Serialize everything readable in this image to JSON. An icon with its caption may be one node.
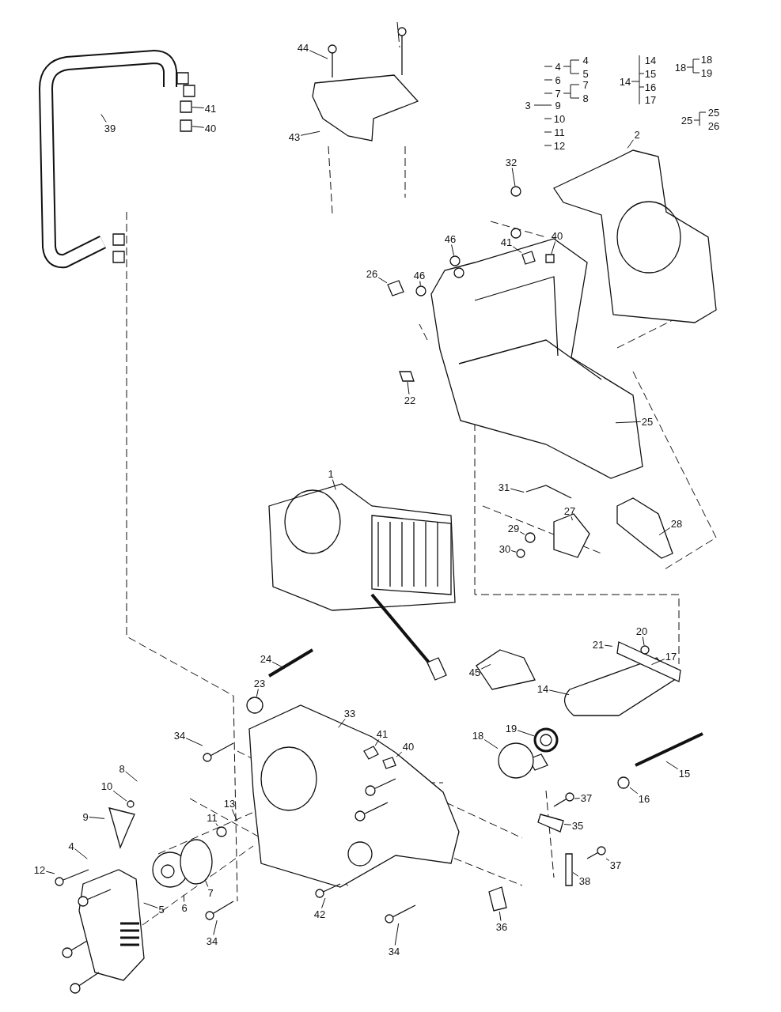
{
  "diagram": {
    "nodes": [
      {
        "text": [
          "44"
        ]
      },
      {
        "text": [
          "43"
        ]
      },
      {
        "text": [
          "39"
        ]
      },
      {
        "text": [
          "41"
        ]
      },
      {
        "text": [
          "40"
        ]
      },
      {
        "text": [
          "2"
        ]
      },
      {
        "text": [
          "32"
        ]
      },
      {
        "text": [
          "46"
        ]
      },
      {
        "text": [
          "41"
        ]
      },
      {
        "text": [
          "40"
        ]
      },
      {
        "text": [
          "26"
        ]
      },
      {
        "text": [
          "46"
        ]
      },
      {
        "text": [
          "22"
        ]
      },
      {
        "text": [
          "25"
        ]
      },
      {
        "text": [
          "1"
        ]
      },
      {
        "text": [
          "31"
        ]
      },
      {
        "text": [
          "27"
        ]
      },
      {
        "text": [
          "29"
        ]
      },
      {
        "text": [
          "30"
        ]
      },
      {
        "text": [
          "28"
        ]
      },
      {
        "text": [
          "24"
        ]
      },
      {
        "text": [
          "20"
        ]
      },
      {
        "text": [
          "21"
        ]
      },
      {
        "text": [
          "17"
        ]
      },
      {
        "text": [
          "45"
        ]
      },
      {
        "text": [
          "23"
        ]
      },
      {
        "text": [
          "14"
        ]
      },
      {
        "text": [
          "33"
        ]
      },
      {
        "text": [
          "34"
        ]
      },
      {
        "text": [
          "41"
        ]
      },
      {
        "text": [
          "40"
        ]
      },
      {
        "text": [
          "19"
        ]
      },
      {
        "text": [
          "18"
        ]
      },
      {
        "text": [
          "8"
        ]
      },
      {
        "text": [
          "10"
        ]
      },
      {
        "text": [
          "15"
        ]
      },
      {
        "text": [
          "16"
        ]
      },
      {
        "text": [
          "9"
        ]
      },
      {
        "text": [
          "13"
        ]
      },
      {
        "text": [
          "11"
        ]
      },
      {
        "text": [
          "37"
        ]
      },
      {
        "text": [
          "35"
        ]
      },
      {
        "text": [
          "4"
        ]
      },
      {
        "text": [
          "12"
        ]
      },
      {
        "text": [
          "5"
        ]
      },
      {
        "text": [
          "6"
        ]
      },
      {
        "text": [
          "7"
        ]
      },
      {
        "text": [
          "37"
        ]
      },
      {
        "text": [
          "38"
        ]
      },
      {
        "text": [
          "42"
        ]
      },
      {
        "text": [
          "34"
        ]
      },
      {
        "text": [
          "36"
        ]
      },
      {
        "text": [
          "34"
        ]
      },
      {
        "text": [],
        "shape": "screw"
      },
      {
        "text": [],
        "shape": "box"
      },
      {
        "text": [],
        "shape": "box"
      },
      {
        "text": [],
        "shape": "circle"
      },
      {
        "text": [],
        "shape": "circle"
      },
      {
        "text": [],
        "shape": "box"
      },
      {
        "text": [],
        "shape": "box"
      },
      {
        "text": [],
        "shape": "box"
      },
      {
        "text": [],
        "shape": "circle"
      },
      {
        "text": [],
        "shape": "box"
      },
      {
        "text": [],
        "shape": "circle"
      },
      {
        "text": [],
        "shape": "circle"
      },
      {
        "text": [],
        "shape": "circle"
      },
      {
        "text": [],
        "shape": "circle"
      },
      {
        "text": [],
        "shape": "screw"
      },
      {
        "text": [],
        "shape": "box"
      },
      {
        "text": [],
        "shape": "box"
      },
      {
        "text": [],
        "shape": "ring"
      },
      {
        "text": [],
        "shape": "circle"
      },
      {
        "text": [],
        "shape": "circle"
      },
      {
        "text": [],
        "shape": "circle"
      },
      {
        "text": [],
        "shape": "circle"
      },
      {
        "text": [],
        "shape": "screw"
      },
      {
        "text": [],
        "shape": "box"
      },
      {
        "text": [],
        "shape": "screw"
      },
      {
        "text": [],
        "shape": "screw"
      },
      {
        "text": [],
        "shape": "box"
      },
      {
        "text": [],
        "shape": "screw"
      },
      {
        "text": [],
        "shape": "screw"
      },
      {
        "text": [],
        "shape": "box"
      },
      {
        "text": [],
        "shape": "screw"
      }
    ],
    "edges": [
      {
        "from": 0,
        "to": 53,
        "arrow": "none"
      },
      {
        "from": 1,
        "to": null,
        "arrow": "none"
      },
      {
        "from": 2,
        "to": null,
        "arrow": "none"
      },
      {
        "from": 3,
        "to": 54,
        "arrow": "none"
      },
      {
        "from": 4,
        "to": 55,
        "arrow": "none"
      },
      {
        "from": 5,
        "to": null,
        "arrow": "none"
      },
      {
        "from": 6,
        "to": 56,
        "arrow": "none"
      },
      {
        "from": 7,
        "to": 57,
        "arrow": "none"
      },
      {
        "from": 8,
        "to": 58,
        "arrow": "none"
      },
      {
        "from": 9,
        "to": 59,
        "arrow": "none"
      },
      {
        "from": 10,
        "to": 60,
        "arrow": "none"
      },
      {
        "from": 11,
        "to": 61,
        "arrow": "none"
      },
      {
        "from": 12,
        "to": 62,
        "arrow": "none"
      },
      {
        "from": 13,
        "to": null,
        "arrow": "none"
      },
      {
        "from": 14,
        "to": null,
        "arrow": "none"
      },
      {
        "from": 15,
        "to": null,
        "arrow": "none"
      },
      {
        "from": 16,
        "to": null,
        "arrow": "none"
      },
      {
        "from": 17,
        "to": 63,
        "arrow": "none"
      },
      {
        "from": 18,
        "to": 64,
        "arrow": "none"
      },
      {
        "from": 19,
        "to": null,
        "arrow": "none"
      },
      {
        "from": 20,
        "to": null,
        "arrow": "none"
      },
      {
        "from": 21,
        "to": 65,
        "arrow": "none"
      },
      {
        "from": 22,
        "to": null,
        "arrow": "none"
      },
      {
        "from": 23,
        "to": null,
        "arrow": "none"
      },
      {
        "from": 24,
        "to": null,
        "arrow": "none"
      },
      {
        "from": 25,
        "to": 66,
        "arrow": "none"
      },
      {
        "from": 26,
        "to": null,
        "arrow": "none"
      },
      {
        "from": 27,
        "to": null,
        "arrow": "none"
      },
      {
        "from": 28,
        "to": 67,
        "arrow": "none"
      },
      {
        "from": 29,
        "to": 68,
        "arrow": "none"
      },
      {
        "from": 30,
        "to": 69,
        "arrow": "none"
      },
      {
        "from": 31,
        "to": 70,
        "arrow": "none"
      },
      {
        "from": 32,
        "to": 71,
        "arrow": "none"
      },
      {
        "from": 33,
        "to": null,
        "arrow": "none"
      },
      {
        "from": 34,
        "to": 72,
        "arrow": "none"
      },
      {
        "from": 35,
        "to": null,
        "arrow": "none"
      },
      {
        "from": 36,
        "to": 73,
        "arrow": "none"
      },
      {
        "from": 37,
        "to": null,
        "arrow": "none"
      },
      {
        "from": 38,
        "to": null,
        "arrow": "none"
      },
      {
        "from": 39,
        "to": 74,
        "arrow": "none"
      },
      {
        "from": 40,
        "to": 75,
        "arrow": "none"
      },
      {
        "from": 41,
        "to": 76,
        "arrow": "none"
      },
      {
        "from": 42,
        "to": null,
        "arrow": "none"
      },
      {
        "from": 43,
        "to": 77,
        "arrow": "none"
      },
      {
        "from": 44,
        "to": null,
        "arrow": "none"
      },
      {
        "from": 45,
        "to": null,
        "arrow": "none"
      },
      {
        "from": 46,
        "to": null,
        "arrow": "none"
      },
      {
        "from": 47,
        "to": 78,
        "arrow": "none"
      },
      {
        "from": 48,
        "to": 79,
        "arrow": "none"
      },
      {
        "from": 49,
        "to": 80,
        "arrow": "none"
      },
      {
        "from": 50,
        "to": 81,
        "arrow": "none"
      },
      {
        "from": 51,
        "to": 82,
        "arrow": "none"
      },
      {
        "from": 52,
        "to": 83,
        "arrow": "none"
      }
    ],
    "labels": [
      "4",
      "4",
      "5",
      "6",
      "7",
      "7",
      "8",
      "3",
      "9",
      "10",
      "11",
      "12",
      "14",
      "15",
      "14",
      "16",
      "17",
      "18",
      "18",
      "19",
      "25",
      "25",
      "26"
    ]
  }
}
